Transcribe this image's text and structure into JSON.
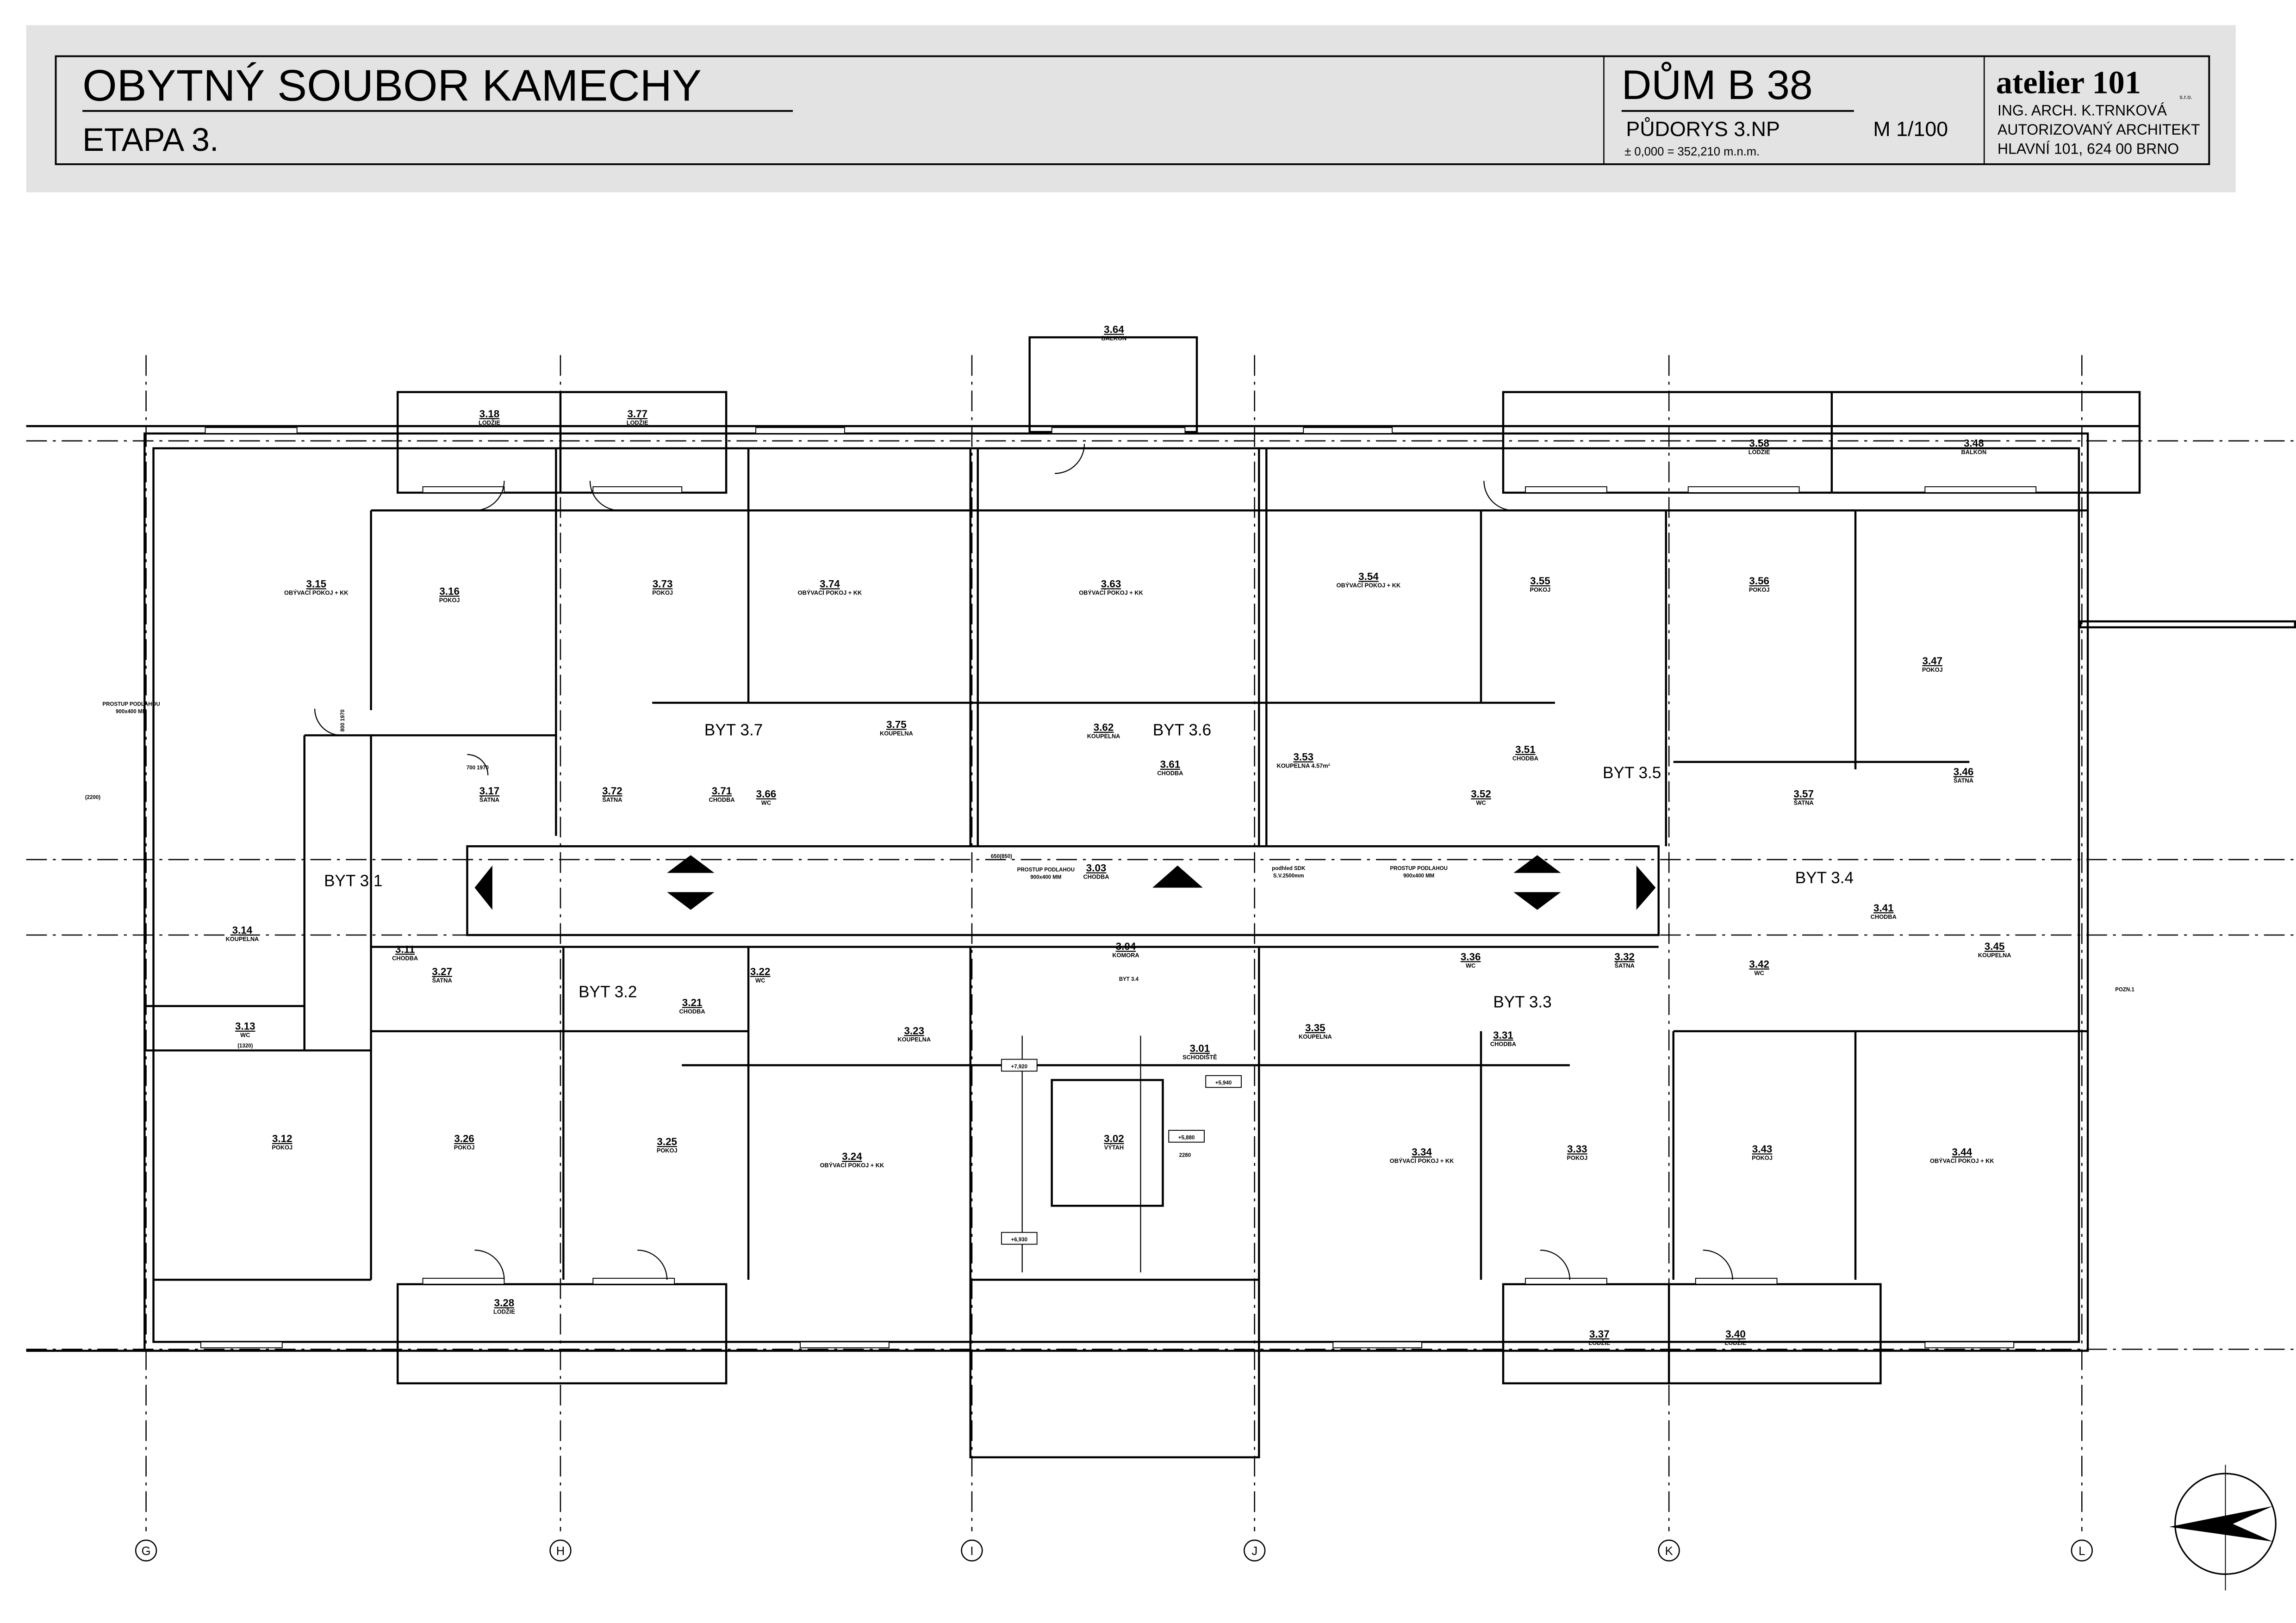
{
  "title_block": {
    "project": "OBYTNÝ SOUBOR KAMECHY",
    "stage": "ETAPA 3.",
    "building": "DŮM B 38",
    "drawing": "PŮDORYS 3.NP",
    "scale": "M 1/100",
    "elevation": "± 0,000 = 352,210 m.n.m.",
    "firm_name": "atelier 101",
    "firm_suffix": "s.r.o.",
    "architect": "ING. ARCH. K.TRNKOVÁ",
    "architect_role": "AUTORIZOVANÝ ARCHITEKT",
    "address": "HLAVNÍ 101, 624 00  BRNO"
  },
  "apartments": [
    "BYT 3.1",
    "BYT 3.2",
    "BYT 3.3",
    "BYT 3.4",
    "BYT 3.5",
    "BYT 3.6",
    "BYT 3.7"
  ],
  "rooms": [
    {
      "num": "3.15",
      "name": "OBÝVACÍ POKOJ + KK"
    },
    {
      "num": "3.16",
      "name": "POKOJ"
    },
    {
      "num": "3.73",
      "name": "POKOJ"
    },
    {
      "num": "3.74",
      "name": "OBÝVACÍ POKOJ + KK"
    },
    {
      "num": "3.63",
      "name": "OBÝVACÍ POKOJ + KK"
    },
    {
      "num": "3.54",
      "name": "OBÝVACÍ POKOJ + KK"
    },
    {
      "num": "3.55",
      "name": "POKOJ"
    },
    {
      "num": "3.56",
      "name": "POKOJ"
    },
    {
      "num": "3.47",
      "name": "POKOJ"
    },
    {
      "num": "3.18",
      "name": "LODŽIE"
    },
    {
      "num": "3.77",
      "name": "LODŽIE"
    },
    {
      "num": "3.64",
      "name": "BALKON"
    },
    {
      "num": "3.58",
      "name": "LODŽIE"
    },
    {
      "num": "3.48",
      "name": "BALKON"
    },
    {
      "num": "3.17",
      "name": "ŠATNA"
    },
    {
      "num": "3.72",
      "name": "ŠATNA"
    },
    {
      "num": "3.71",
      "name": "CHODBA"
    },
    {
      "num": "3.66",
      "name": "WC"
    },
    {
      "num": "3.75",
      "name": "KOUPELNA"
    },
    {
      "num": "3.62",
      "name": "KOUPELNA"
    },
    {
      "num": "3.61",
      "name": "CHODBA"
    },
    {
      "num": "3.53",
      "name": "KOUPELNA 4.57m²"
    },
    {
      "num": "3.52",
      "name": "WC"
    },
    {
      "num": "3.51",
      "name": "CHODBA"
    },
    {
      "num": "3.57",
      "name": "ŠATNA"
    },
    {
      "num": "3.46",
      "name": "ŠATNA"
    },
    {
      "num": "3.11",
      "name": "CHODBA"
    },
    {
      "num": "3.14",
      "name": "KOUPELNA"
    },
    {
      "num": "3.13",
      "name": "WC"
    },
    {
      "num": "3.12",
      "name": "POKOJ"
    },
    {
      "num": "3.27",
      "name": "ŠATNA"
    },
    {
      "num": "3.21",
      "name": "CHODBA"
    },
    {
      "num": "3.22",
      "name": "WC"
    },
    {
      "num": "3.23",
      "name": "KOUPELNA"
    },
    {
      "num": "3.26",
      "name": "POKOJ"
    },
    {
      "num": "3.25",
      "name": "POKOJ"
    },
    {
      "num": "3.24",
      "name": "OBÝVACÍ POKOJ + KK"
    },
    {
      "num": "3.28",
      "name": "LODŽIE"
    },
    {
      "num": "3.03",
      "name": "CHODBA"
    },
    {
      "num": "3.04",
      "name": "KOMORA"
    },
    {
      "num": "3.01",
      "name": "SCHODIŠTĚ"
    },
    {
      "num": "3.02",
      "name": "VÝTAH"
    },
    {
      "num": "3.34",
      "name": "OBÝVACÍ POKOJ + KK"
    },
    {
      "num": "3.33",
      "name": "POKOJ"
    },
    {
      "num": "3.43",
      "name": "POKOJ"
    },
    {
      "num": "3.44",
      "name": "OBÝVACÍ POKOJ + KK"
    },
    {
      "num": "3.35",
      "name": "KOUPELNA"
    },
    {
      "num": "3.36",
      "name": "WC"
    },
    {
      "num": "3.31",
      "name": "CHODBA"
    },
    {
      "num": "3.32",
      "name": "ŠATNA"
    },
    {
      "num": "3.41",
      "name": "CHODBA"
    },
    {
      "num": "3.42",
      "name": "WC"
    },
    {
      "num": "3.45",
      "name": "KOUPELNA"
    },
    {
      "num": "3.37",
      "name": "LODŽIE"
    },
    {
      "num": "3.40",
      "name": "LODŽIE"
    }
  ],
  "notes": {
    "floor_opening": "PROSTUP PODLAHOU",
    "floor_opening_size": "900x400 MM",
    "ceiling": "podhled SDK",
    "ceiling_height": "S.V.2500mm",
    "pozn": "POZN.1",
    "bath_height": "(2200)",
    "wc_height": "(1320)",
    "door_main": "800\n1970",
    "door_small": "700\n1970",
    "stair_door": "650(850)",
    "komora_byt": "BYT 3.4",
    "lift_size": "2280"
  },
  "elevations": [
    "+7,920",
    "+5,940",
    "+5,880",
    "+6,930"
  ],
  "grid_axes": [
    "G",
    "H",
    "I",
    "J",
    "K",
    "L"
  ]
}
